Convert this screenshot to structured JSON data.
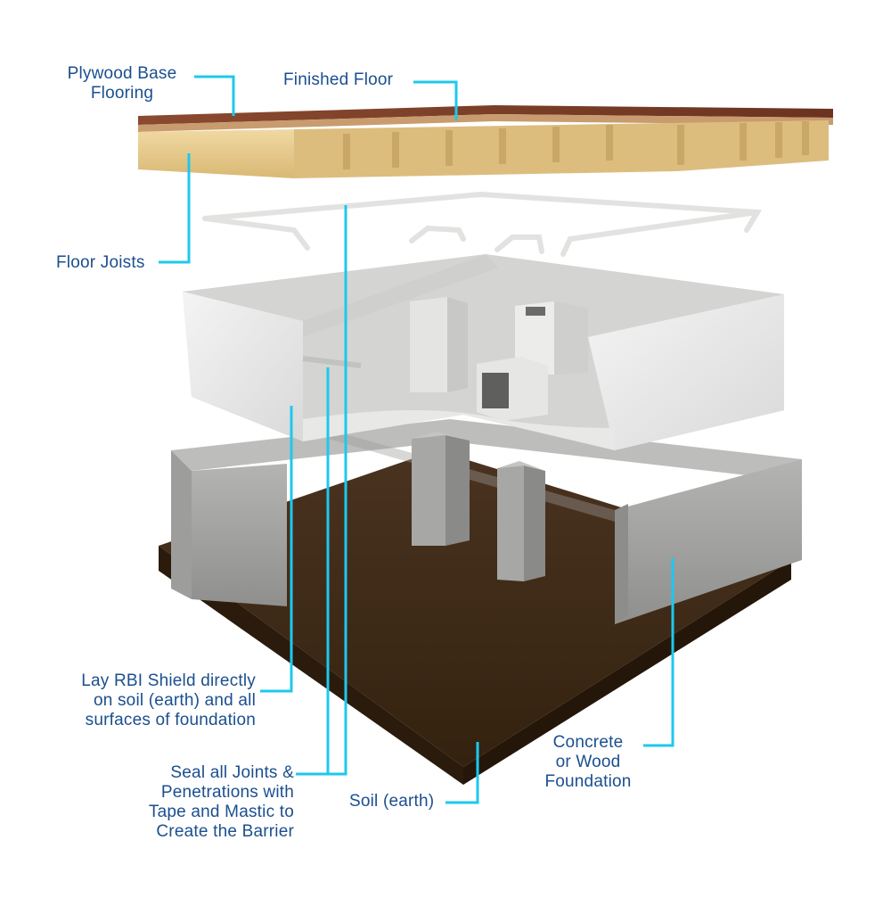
{
  "labels": {
    "plywood": "Plywood Base\nFlooring",
    "finished_floor": "Finished Floor",
    "floor_joists": "Floor Joists",
    "lay_shield": "Lay RBI Shield directly\non soil (earth) and all\nsurfaces of foundation",
    "seal_joints": "Seal all Joints &\nPenetrations with\nTape and Mastic to\nCreate the Barrier",
    "soil": "Soil (earth)",
    "foundation": "Concrete\nor Wood\nFoundation"
  },
  "colors": {
    "label_text": "#1b4f8f",
    "leader_line": "#1ec8ee",
    "floor_top": "#7a3b26",
    "joist": "#e6c98a",
    "shield": "#eeeeee",
    "concrete": "#a9a9a7",
    "soil": "#3f2a18"
  }
}
